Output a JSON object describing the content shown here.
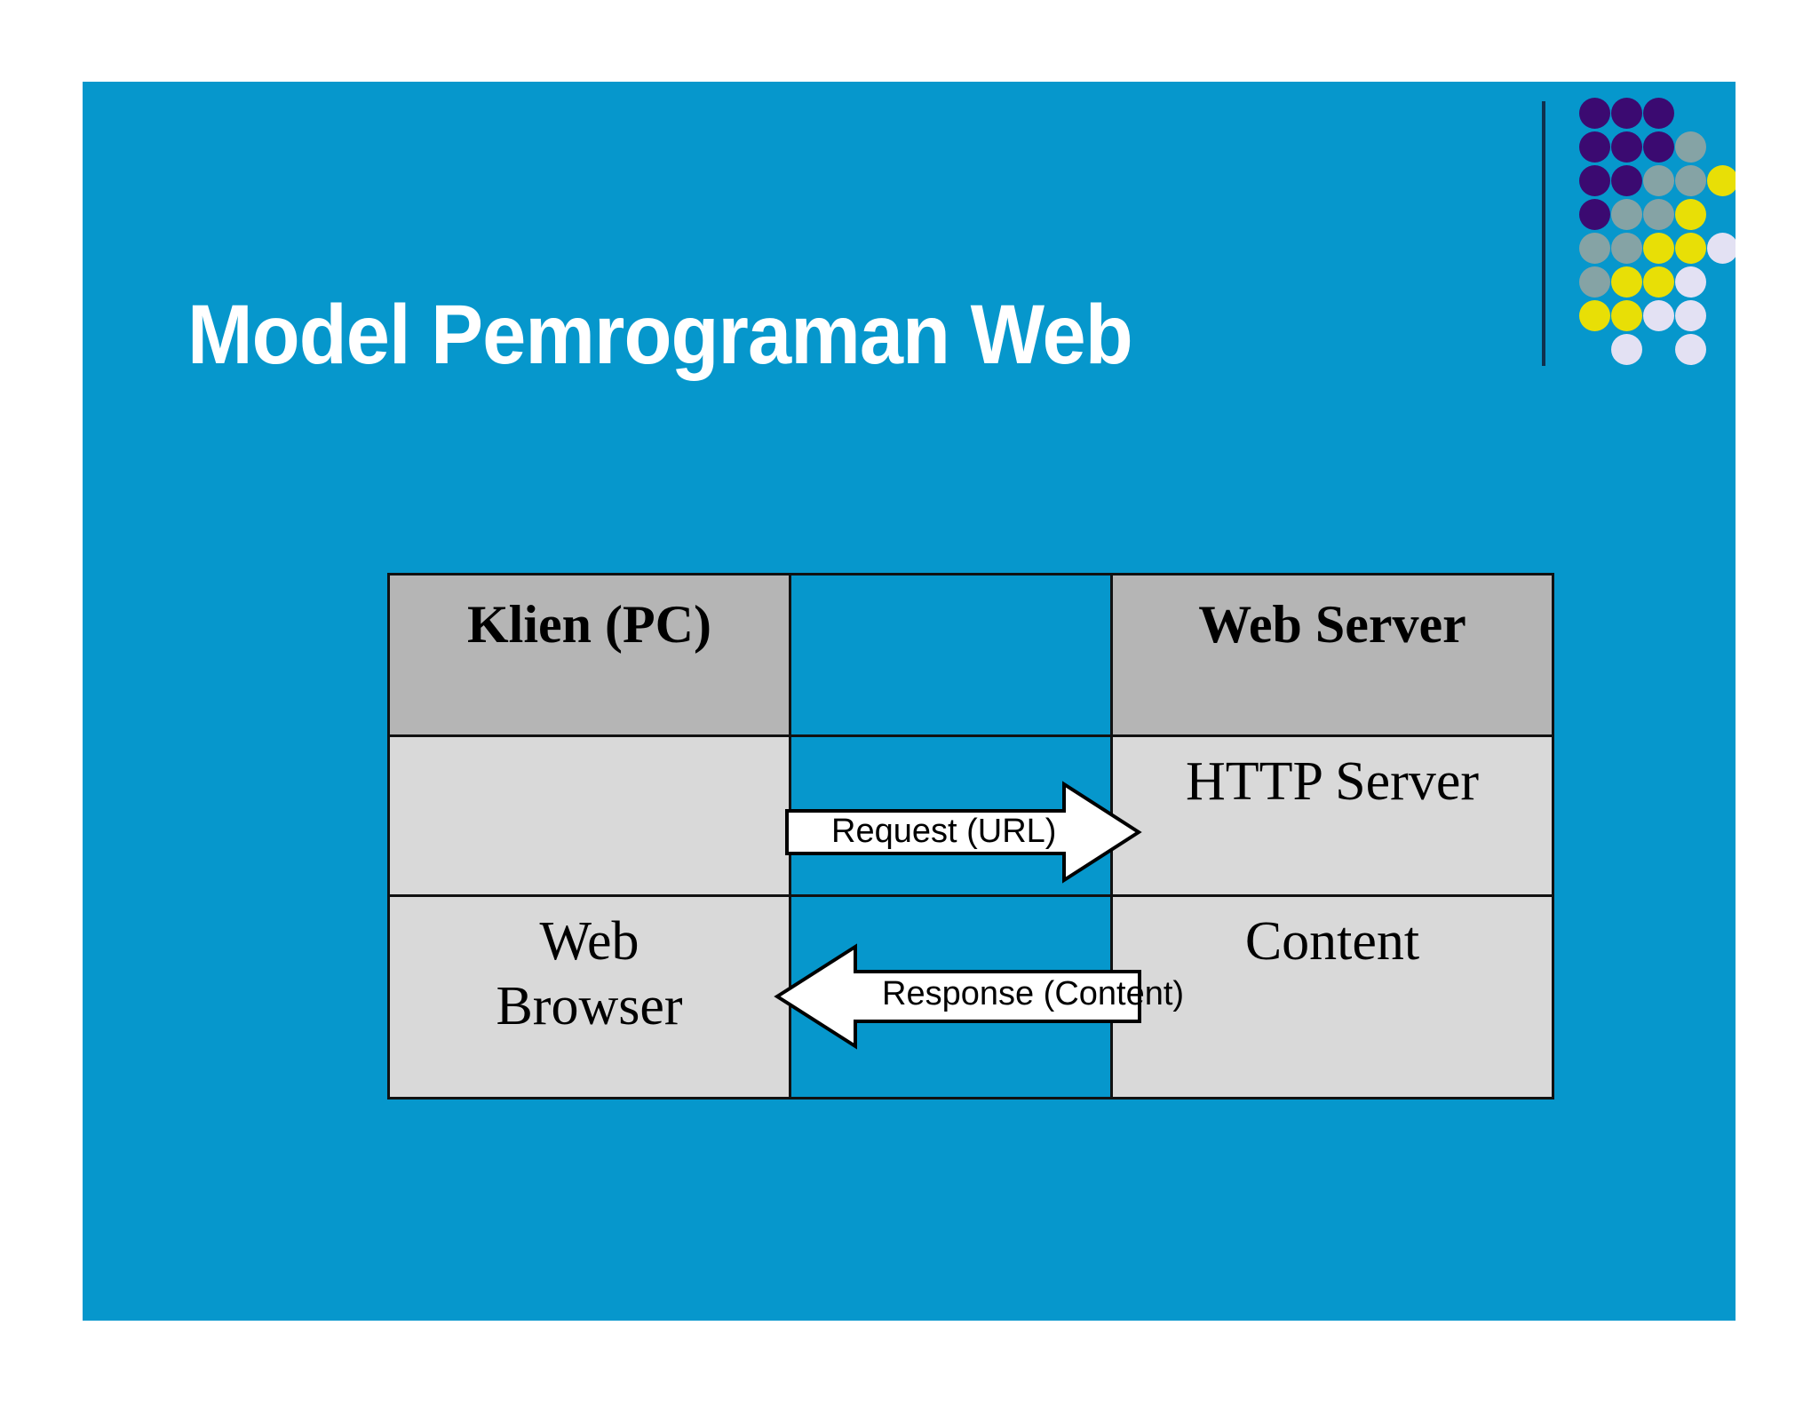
{
  "slide": {
    "title": "Model Pemrograman Web",
    "background_color": "#0697cc",
    "page_border_color": "#ffffff"
  },
  "logo": {
    "name": "decorative-dot-grid-logo",
    "rule_color": "#10304e",
    "colors": {
      "purple": "#3b0a71",
      "gray": "#85a3a5",
      "yellow": "#e8df06",
      "white": "#e3e1f3"
    },
    "grid": [
      [
        "purple",
        "purple",
        "purple",
        null,
        null
      ],
      [
        "purple",
        "purple",
        "purple",
        "gray",
        null
      ],
      [
        "purple",
        "purple",
        "gray",
        "gray",
        "yellow"
      ],
      [
        "purple",
        "gray",
        "gray",
        "yellow",
        null
      ],
      [
        "gray",
        "gray",
        "yellow",
        "yellow",
        "white"
      ],
      [
        "gray",
        "yellow",
        "yellow",
        "white",
        null
      ],
      [
        "yellow",
        "yellow",
        "white",
        "white",
        null
      ],
      [
        null,
        "white",
        null,
        "white",
        null
      ]
    ]
  },
  "diagram": {
    "type": "table",
    "header_fill": "#b5b5b5",
    "body_fill": "#d9d9d9",
    "border_color": "#111111",
    "columns": [
      {
        "key": "client",
        "header": "Klien (PC)"
      },
      {
        "key": "channel",
        "header": ""
      },
      {
        "key": "server",
        "header": "Web Server"
      }
    ],
    "rows": [
      {
        "client": "",
        "channel": "",
        "server": "HTTP Server"
      },
      {
        "client": "Web\nBrowser",
        "channel": "",
        "server": "Content"
      }
    ],
    "cells": {
      "client_header": "Klien (PC)",
      "server_header": "Web Server",
      "server_row2": "HTTP Server",
      "server_row3": "Content",
      "client_row3_line1": "Web",
      "client_row3_line2": "Browser"
    },
    "arrows": [
      {
        "name": "request-arrow",
        "label": "Request (URL)",
        "direction": "right",
        "from": "Klien (PC)",
        "to": "HTTP Server",
        "fill": "#ffffff",
        "stroke": "#000000"
      },
      {
        "name": "response-arrow",
        "label": "Response (Content)",
        "direction": "left",
        "from": "Content",
        "to": "Web Browser",
        "fill": "#ffffff",
        "stroke": "#000000"
      }
    ]
  }
}
